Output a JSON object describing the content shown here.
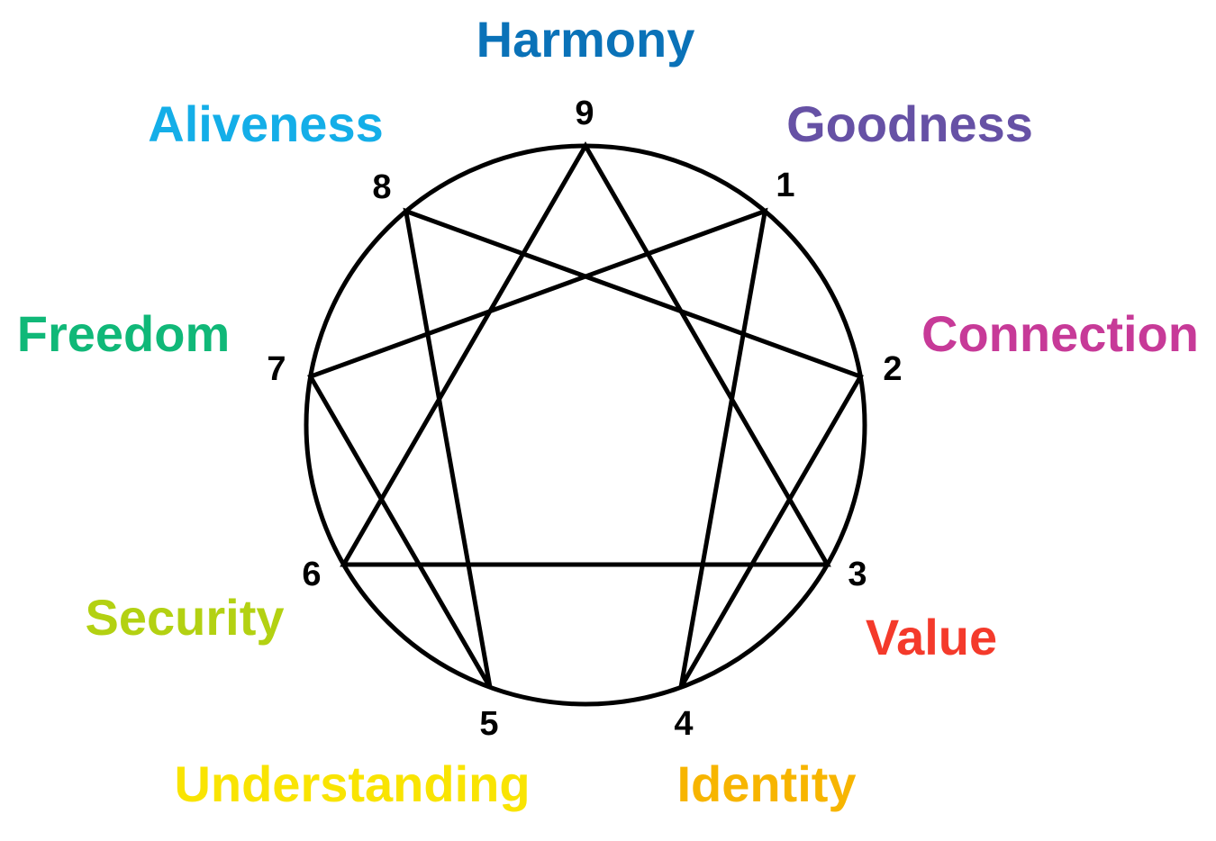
{
  "enneagram": {
    "points": [
      {
        "number": "1",
        "word": "Goodness",
        "color": "#6651A5"
      },
      {
        "number": "2",
        "word": "Connection",
        "color": "#C73A98"
      },
      {
        "number": "3",
        "word": "Value",
        "color": "#F43A2B"
      },
      {
        "number": "4",
        "word": "Identity",
        "color": "#F7B500"
      },
      {
        "number": "5",
        "word": "Understanding",
        "color": "#F9E402"
      },
      {
        "number": "6",
        "word": "Security",
        "color": "#B3D112"
      },
      {
        "number": "7",
        "word": "Freedom",
        "color": "#10B878"
      },
      {
        "number": "8",
        "word": "Aliveness",
        "color": "#14AEE8"
      },
      {
        "number": "9",
        "word": "Harmony",
        "color": "#0A72B8"
      }
    ],
    "line_color": "#000000"
  }
}
